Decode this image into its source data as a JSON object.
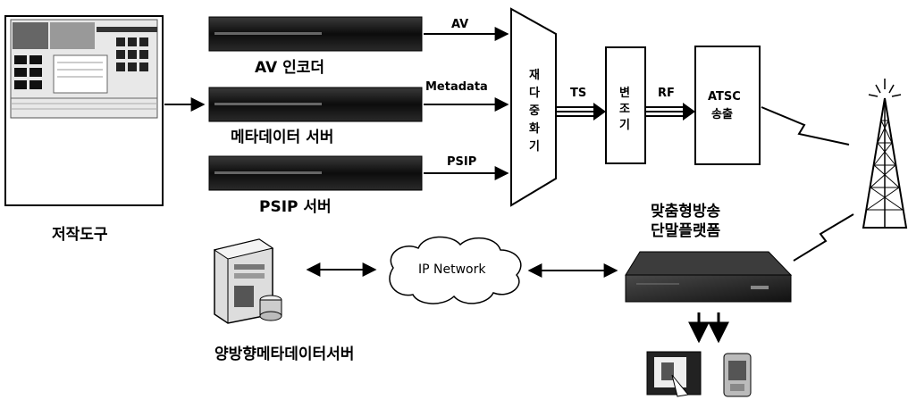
{
  "authoring_tool": {
    "label": "저작도구"
  },
  "servers": {
    "av_encoder": "AV 인코더",
    "metadata_server": "메타데이터 서버",
    "psip_server": "PSIP 서버"
  },
  "signals": {
    "av": "AV",
    "metadata": "Metadata",
    "psip": "PSIP",
    "ts": "TS",
    "rf": "RF"
  },
  "multiplexer": {
    "chars": [
      "재",
      "다",
      "중",
      "화",
      "기"
    ]
  },
  "modulator": {
    "chars": [
      "변",
      "조",
      "기"
    ]
  },
  "atsc": {
    "line1": "ATSC",
    "line2": "송출"
  },
  "platform": {
    "line1": "맞춤형방송",
    "line2": "단말플랫폼"
  },
  "network": {
    "label": "IP Network"
  },
  "bidirectional_server": {
    "label": "양방향메타데이터서버"
  },
  "colors": {
    "ink": "#000000",
    "device": "#1a1a1a",
    "paper": "#ffffff"
  }
}
